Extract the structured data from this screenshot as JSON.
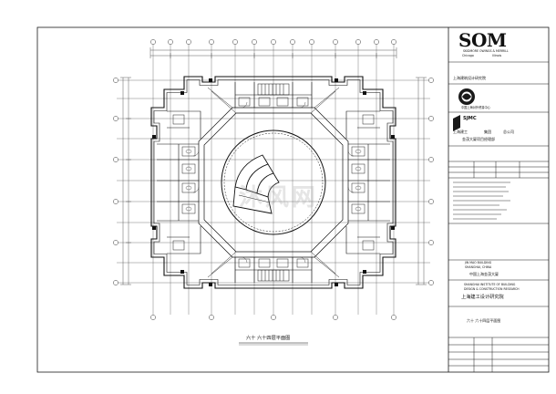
{
  "titleblock": {
    "logo": "SOM",
    "logo_sub1": "SKIDMORE OWINGS & MERRILL",
    "logo_sub2": "Chicago",
    "logo_sub3": "Illinois",
    "firm_cn": "上海建筑设计研究院",
    "org_cn": "中国上海对外贸易中心",
    "sjmc": "SJMC",
    "client_cn_1": "上海建工",
    "client_cn_2": "集团",
    "client_cn_3": "总公司",
    "client_cn_4": "金茂大厦项目经理部",
    "project_en_1": "JIN MAO BUILDING",
    "project_en_2": "SHANGHAI, CHINA",
    "project_cn": "中国上海金茂大厦",
    "institute_en_1": "SHANGHAI INSTITUTE OF BUILDING",
    "institute_en_2": "DESIGN & CONSTRUCTION RESEARCH",
    "institute_cn": "上海建工设计研究院",
    "sheet_title": "六十   六十四层平面图",
    "plan_caption": "六十    六十四层平面图"
  },
  "colors": {
    "line": "#1a1a1a",
    "paper": "#ffffff",
    "watermark": "#a0a0a0"
  },
  "watermark": "沐风网"
}
